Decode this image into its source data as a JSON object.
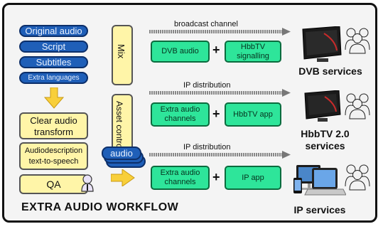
{
  "inputs": [
    "Original audio",
    "Script",
    "Subtitles",
    "Extra languages"
  ],
  "process": {
    "clear_audio": "Clear audio transform",
    "audiodescription": "Audiodescription text-to-speech",
    "qa": "QA"
  },
  "mix_label": "Mix",
  "asset_control_label": "Asset control",
  "audio_label": "audio",
  "rows": [
    {
      "channel": "broadcast channel",
      "box1": "DVB audio",
      "box2": "HbbTV signalling",
      "service": "DVB services"
    },
    {
      "channel": "IP distribution",
      "box1": "Extra audio channels",
      "box2": "HbbTV app",
      "service": "HbbTV 2.0 services"
    },
    {
      "channel": "IP distribution",
      "box1": "Extra audio channels",
      "box2": "IP app",
      "service": "IP services"
    }
  ],
  "plus": "+",
  "workflow_title": "EXTRA AUDIO WORKFLOW",
  "colors": {
    "pill": "#1f5fb8",
    "yellow": "#fff5a8",
    "green": "#2ee59a",
    "arrow": "#f8cf3a"
  },
  "icons": [
    "down-arrow-icon",
    "user-group-icon",
    "tv-icon",
    "devices-icon",
    "headset-person-icon"
  ]
}
